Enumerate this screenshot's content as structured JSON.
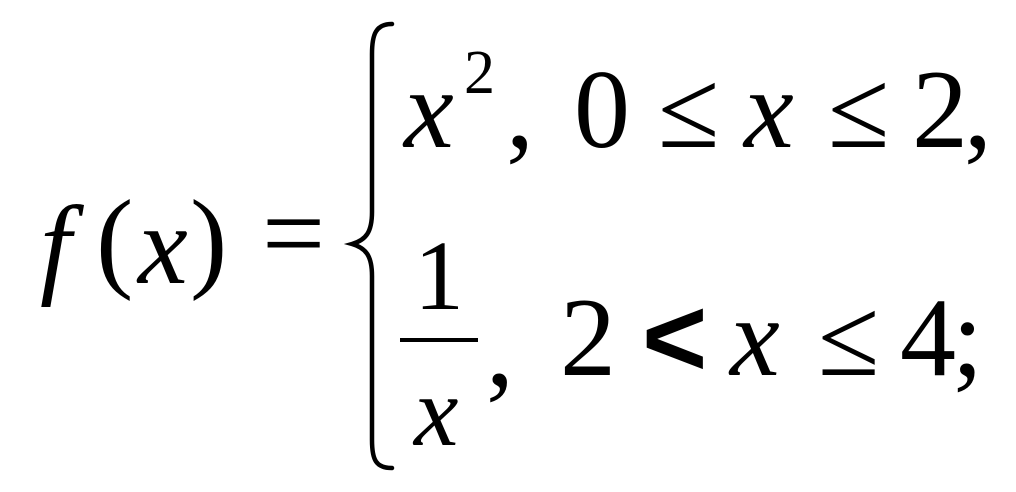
{
  "formula": {
    "lhs": {
      "function_name": "f",
      "open_paren": "(",
      "variable": "x",
      "close_paren": ")",
      "equals": "="
    },
    "case1": {
      "base": "x",
      "exponent": "2",
      "comma": ",",
      "lower_bound": "0",
      "op1": "≤",
      "variable": "x",
      "op2": "≤",
      "upper_bound": "2",
      "end": ","
    },
    "case2": {
      "numerator": "1",
      "denominator": "x",
      "comma": ",",
      "lower_bound": "2",
      "op1": "<",
      "variable": "x",
      "op2": "≤",
      "upper_bound": "4",
      "end": ";"
    }
  }
}
